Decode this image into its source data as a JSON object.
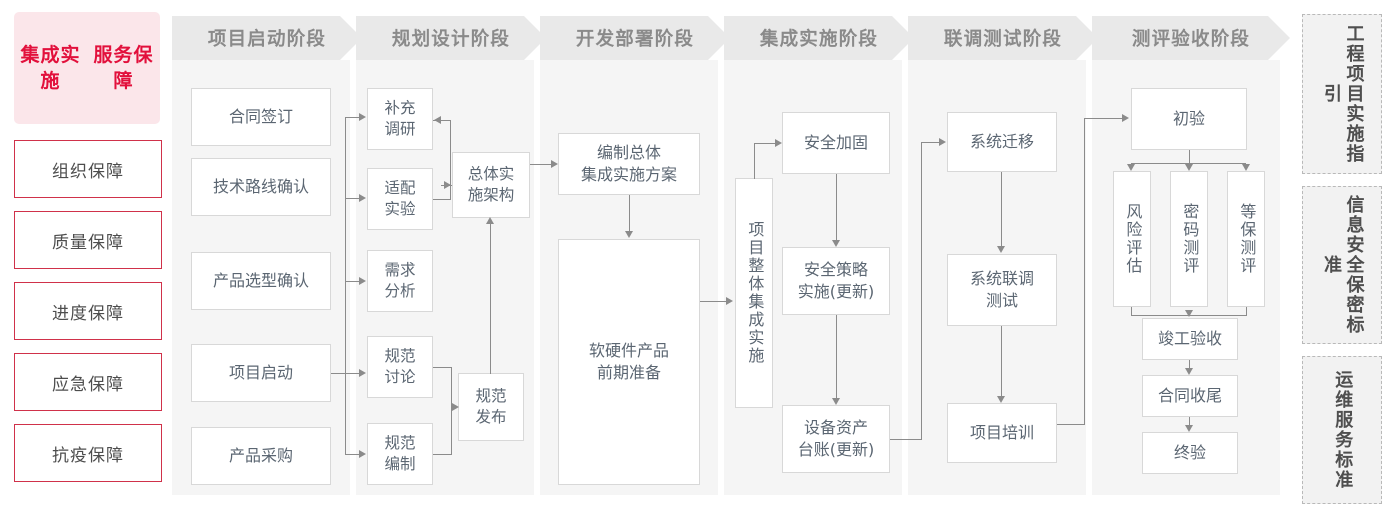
{
  "left_rail": {
    "title": "集成实施\n服务保障",
    "title_lines": [
      "集成实施",
      "服务保障"
    ],
    "items": [
      {
        "label": "组织保障"
      },
      {
        "label": "质量保障"
      },
      {
        "label": "进度保障"
      },
      {
        "label": "应急保障"
      },
      {
        "label": "抗疫保障"
      }
    ]
  },
  "phases": [
    {
      "id": "p1",
      "header": "项目启动阶段"
    },
    {
      "id": "p2",
      "header": "规划设计阶段"
    },
    {
      "id": "p3",
      "header": "开发部署阶段"
    },
    {
      "id": "p4",
      "header": "集成实施阶段"
    },
    {
      "id": "p5",
      "header": "联调测试阶段"
    },
    {
      "id": "p6",
      "header": "测评验收阶段"
    }
  ],
  "nodes": {
    "p1": [
      {
        "label": "合同签订"
      },
      {
        "label": "技术路线确认"
      },
      {
        "label": "产品选型确认"
      },
      {
        "label": "项目启动"
      },
      {
        "label": "产品采购"
      }
    ],
    "p2": [
      {
        "label": "补充\n调研"
      },
      {
        "label": "适配\n实验"
      },
      {
        "label": "需求\n分析"
      },
      {
        "label": "规范\n讨论"
      },
      {
        "label": "规范\n编制"
      },
      {
        "label": "总体实\n施架构"
      },
      {
        "label": "规范\n发布"
      }
    ],
    "p3": [
      {
        "label": "编制总体\n集成实施方案"
      },
      {
        "label": "软硬件产品\n前期准备"
      }
    ],
    "p4": [
      {
        "label": "项目整体集成实施"
      },
      {
        "label": "安全加固"
      },
      {
        "label": "安全策略\n实施(更新)"
      },
      {
        "label": "设备资产\n台账(更新)"
      }
    ],
    "p5": [
      {
        "label": "系统迁移"
      },
      {
        "label": "系统联调\n测试"
      },
      {
        "label": "项目培训"
      }
    ],
    "p6": [
      {
        "label": "初验"
      },
      {
        "label": "风险评估"
      },
      {
        "label": "密码测评"
      },
      {
        "label": "等保测评"
      },
      {
        "label": "竣工验收"
      },
      {
        "label": "合同收尾"
      },
      {
        "label": "终验"
      }
    ]
  },
  "right_rail": {
    "items": [
      {
        "label": "工程项目实施指引"
      },
      {
        "label": "信息安全保密标准"
      },
      {
        "label": "运维服务标准"
      }
    ]
  },
  "colors": {
    "accent_red": "#e2103c",
    "accent_border": "#d0314a",
    "accent_bg": "#fbe6ea",
    "panel_bg": "#f5f5f5",
    "header_bg": "#e9e9e9",
    "header_text": "#8a8a8a",
    "node_text": "#5b6672",
    "node_border": "#d8d8d8",
    "connector": "#8b8b8b",
    "std_bg": "#f2f2f2",
    "std_border": "#b9b9b9"
  }
}
